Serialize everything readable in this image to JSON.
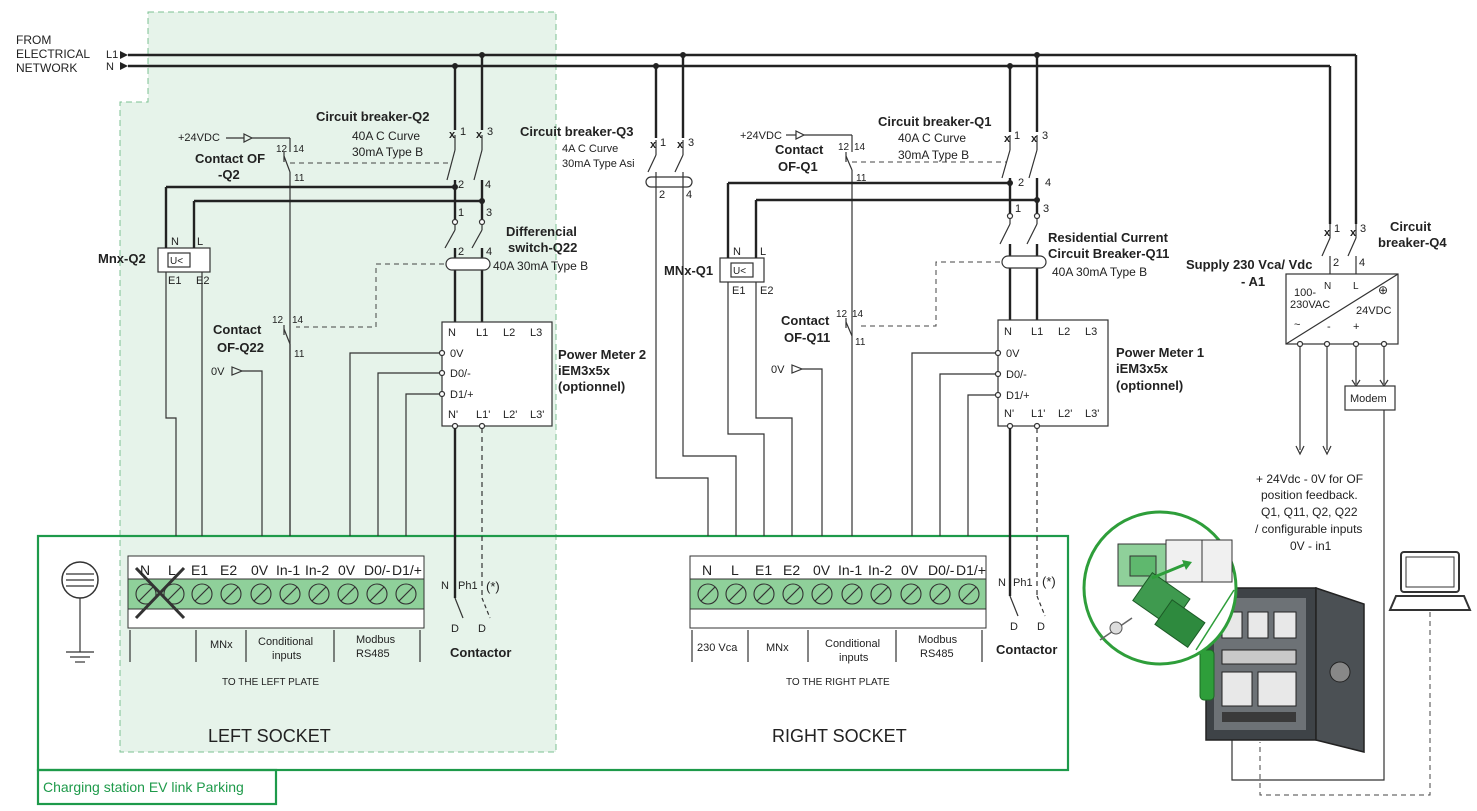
{
  "network": {
    "from": "FROM",
    "electrical": "ELECTRICAL",
    "network": "NETWORK",
    "l1": "L1",
    "n": "N"
  },
  "q2": {
    "title": "Circuit breaker-Q2",
    "spec1": "40A C Curve",
    "spec2": "30mA Type B",
    "p1": "1",
    "p3": "3",
    "p2": "2",
    "p4": "4"
  },
  "of_q2": {
    "title1": "Contact OF",
    "title2": "-Q2",
    "supply": "+24VDC",
    "t12": "12",
    "t14": "14",
    "t11": "11"
  },
  "mnx_q2": {
    "title": "Mnx-Q2",
    "n": "N",
    "l": "L",
    "u": "U<",
    "e1": "E1",
    "e2": "E2"
  },
  "q22": {
    "title1": "Differencial",
    "title2": "switch-Q22",
    "spec": "40A 30mA Type B",
    "p1": "1",
    "p3": "3",
    "p2": "2",
    "p4": "4"
  },
  "of_q22": {
    "title1": "Contact",
    "title2": "OF-Q22",
    "t12": "12",
    "t14": "14",
    "t11": "11",
    "zero": "0V"
  },
  "pm2": {
    "title1": "Power Meter 2",
    "title2": "iEM3x5x",
    "title3": "(optionnel)",
    "n": "N",
    "l1": "L1",
    "l2": "L2",
    "l3": "L3",
    "v0": "0V",
    "d0": "D0/-",
    "d1": "D1/+",
    "np": "N'",
    "l1p": "L1'",
    "l2p": "L2'",
    "l3p": "L3'"
  },
  "q3": {
    "title": "Circuit breaker-Q3",
    "spec1": "4A  C Curve",
    "spec2": "30mA Type Asi",
    "p1": "1",
    "p3": "3",
    "p2": "2",
    "p4": "4"
  },
  "of_q1": {
    "title1": "Contact",
    "title2": "OF-Q1",
    "supply": "+24VDC",
    "t12": "12",
    "t14": "14",
    "t11": "11"
  },
  "mnx_q1": {
    "title": "MNx-Q1",
    "n": "N",
    "l": "L",
    "u": "U<",
    "e1": "E1",
    "e2": "E2"
  },
  "q1": {
    "title": "Circuit breaker-Q1",
    "spec1": "40A C Curve",
    "spec2": "30mA Type B",
    "p1": "1",
    "p3": "3",
    "p2": "2",
    "p4": "4"
  },
  "q11": {
    "title1": "Residential Current",
    "title2": "Circuit Breaker-Q11",
    "spec": "40A 30mA Type B",
    "p1": "1",
    "p3": "3",
    "p2": "2",
    "p4": "4"
  },
  "of_q11": {
    "title1": "Contact",
    "title2": "OF-Q11",
    "t12": "12",
    "t14": "14",
    "t11": "11",
    "zero": "0V"
  },
  "pm1": {
    "title1": "Power Meter 1",
    "title2": "iEM3x5x",
    "title3": "(optionnel)",
    "n": "N",
    "l1": "L1",
    "l2": "L2",
    "l3": "L3",
    "v0": "0V",
    "d0": "D0/-",
    "d1": "D1/+",
    "np": "N'",
    "l1p": "L1'",
    "l2p": "L2'",
    "l3p": "L3'"
  },
  "supply": {
    "title1": "Supply 230 Vca/ Vdc",
    "title2": "- A1",
    "in1": "100-",
    "in2": "230VAC",
    "out": "24VDC",
    "n": "N",
    "l": "L",
    "minus": "-",
    "plus": "+"
  },
  "q4": {
    "title1": "Circuit",
    "title2": "breaker-Q4",
    "p1": "1",
    "p3": "3",
    "p2": "2",
    "p4": "4"
  },
  "modem": {
    "label": "Modem"
  },
  "feedback": {
    "lines": [
      "+ 24Vdc - 0V for OF",
      "position feedback.",
      "Q1, Q11, Q2, Q22",
      "/ configurable inputs",
      "0V - in1"
    ]
  },
  "left_plate": {
    "terminals": [
      "N",
      "L",
      "E1",
      "E2",
      "0V",
      "In-1",
      "In-2",
      "0V",
      "D0/-",
      "D1/+"
    ],
    "group_mnx": "MNx",
    "group_cond1": "Conditional",
    "group_cond2": "inputs",
    "group_modbus1": "Modbus",
    "group_modbus2": "RS485",
    "caption": "TO THE LEFT PLATE",
    "socket": "LEFT SOCKET"
  },
  "right_plate": {
    "terminals": [
      "N",
      "L",
      "E1",
      "E2",
      "0V",
      "In-1",
      "In-2",
      "0V",
      "D0/-",
      "D1/+"
    ],
    "group_230": "230 Vca",
    "group_mnx": "MNx",
    "group_cond1": "Conditional",
    "group_cond2": "inputs",
    "group_modbus1": "Modbus",
    "group_modbus2": "RS485",
    "caption": "TO THE RIGHT PLATE",
    "socket": "RIGHT SOCKET"
  },
  "contactor_left": {
    "title": "Contactor",
    "n": "N",
    "ph1": "Ph1",
    "star": "(*)",
    "d1": "D",
    "d2": "D"
  },
  "contactor_right": {
    "title": "Contactor",
    "n": "N",
    "ph1": "Ph1",
    "star": "(*)",
    "d1": "D",
    "d2": "D"
  },
  "station": {
    "title": "Charging station EV link Parking"
  },
  "colors": {
    "terminal_green": "#8fd09a",
    "frame_green": "#1e9a4a",
    "zone_fill": "#e6f3ea"
  }
}
